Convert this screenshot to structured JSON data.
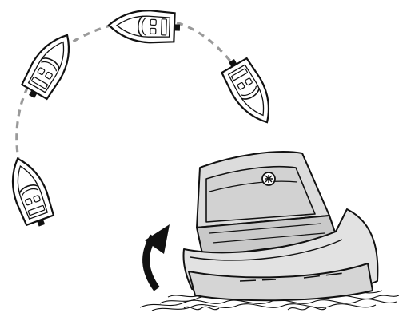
{
  "illustration": {
    "subjects": [
      "boat",
      "boat",
      "boat",
      "boat",
      "outboard-motor"
    ],
    "path_style": "dashed-arc",
    "arrow": "curved-upward",
    "water": "wavy-lines"
  },
  "colors": {
    "outline": "#111111",
    "path_dashes": "#9a9a9a",
    "motor_fill": "#dcdcdc",
    "motor_shade": "#c9c9c9",
    "background": "#ffffff"
  }
}
